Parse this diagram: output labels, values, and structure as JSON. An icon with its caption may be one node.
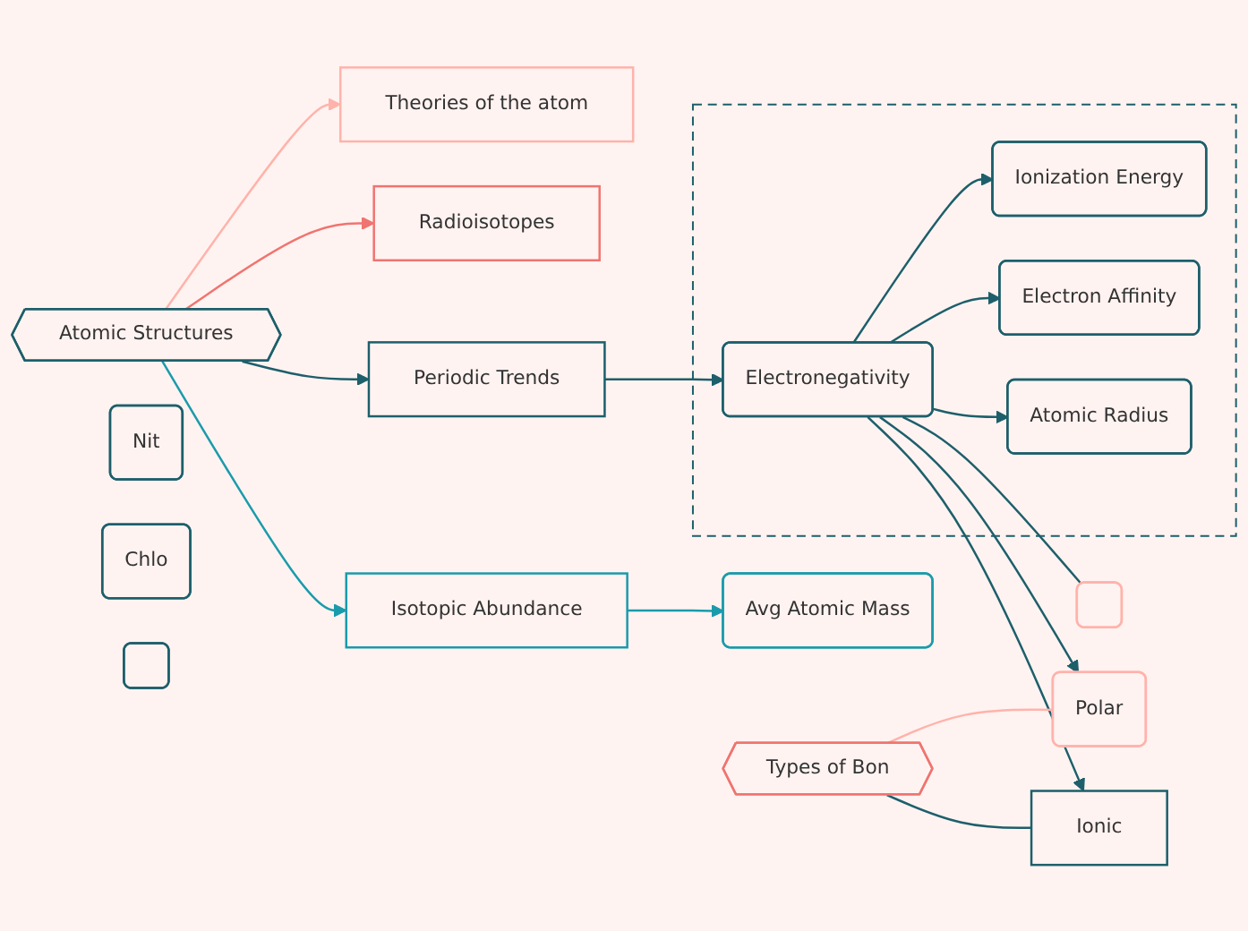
{
  "diagram": {
    "nodes": [
      {
        "text": [
          "Atomic Structures"
        ]
      },
      {
        "text": [
          "Theories of the atom"
        ]
      },
      {
        "text": [
          "Radioisotopes"
        ]
      },
      {
        "text": [
          "Periodic Trends"
        ]
      },
      {
        "text": [
          "Isotopic Abundance"
        ]
      },
      {
        "text": [
          "Avg Atomic Mass"
        ]
      },
      {
        "text": [],
        "shape": "cloud"
      },
      {
        "text": [
          "Electronegativity"
        ],
        "in": 6
      },
      {
        "text": [
          "Ionization Energy"
        ],
        "in": 6
      },
      {
        "text": [
          "Electron Affinity"
        ],
        "in": 6
      },
      {
        "text": [
          "Atomic Radius"
        ],
        "in": 6
      },
      {
        "text": [
          "Polar"
        ]
      },
      {
        "text": [],
        "shape": "box"
      },
      {
        "text": [
          "Ionic"
        ]
      },
      {
        "text": [
          "Types of Bon"
        ]
      },
      {
        "text": [
          "Nit"
        ]
      },
      {
        "text": [
          "Chlo"
        ]
      },
      {
        "text": [],
        "shape": "box"
      }
    ],
    "edges": [
      {
        "from": 0,
        "to": 1,
        "arrow": "to",
        "color": "#ffb3ab"
      },
      {
        "from": 0,
        "to": 2,
        "arrow": "to",
        "color": "#f07470"
      },
      {
        "from": 0,
        "to": 3,
        "arrow": "to"
      },
      {
        "from": 0,
        "to": 4,
        "arrow": "to",
        "color": "#1a9bab"
      },
      {
        "from": 4,
        "to": 5,
        "arrow": "to",
        "color": "#1a9bab"
      },
      {
        "from": 3,
        "to": 7,
        "arrow": "to"
      },
      {
        "from": 7,
        "to": 8,
        "arrow": "to"
      },
      {
        "from": 7,
        "to": 9,
        "arrow": "to"
      },
      {
        "from": 7,
        "to": 10,
        "arrow": "to"
      },
      {
        "from": 7,
        "to": 13,
        "arrow": "to"
      },
      {
        "from": 7,
        "to": 11,
        "arrow": "to"
      },
      {
        "from": 7,
        "to": 12,
        "arrow": "none"
      },
      {
        "from": 14,
        "to": 13,
        "arrow": "none"
      },
      {
        "from": 14,
        "to": 11,
        "arrow": "none",
        "color": "#ffb3ab"
      }
    ]
  }
}
